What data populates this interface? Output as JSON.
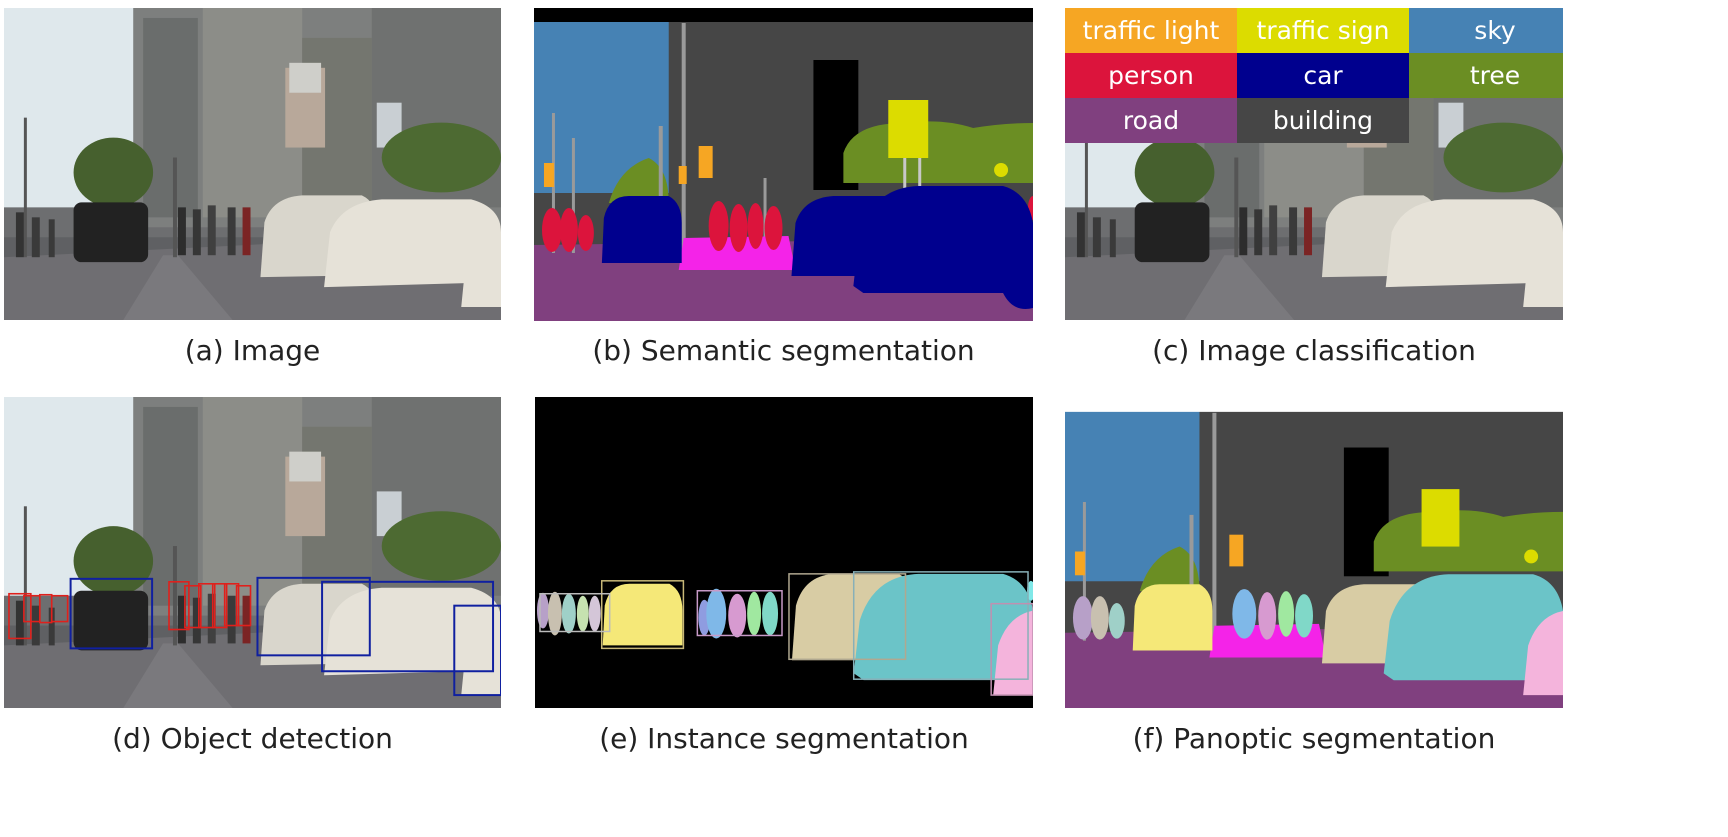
{
  "captions": {
    "a": "(a) Image",
    "b": "(b) Semantic segmentation",
    "c": "(c) Image classification",
    "d": "(d) Object detection",
    "e": "(e) Instance segmentation",
    "f": "(f) Panoptic segmentation"
  },
  "legend": [
    {
      "label": "traffic light",
      "color": "#F6A623"
    },
    {
      "label": "traffic sign",
      "color": "#DCDC00"
    },
    {
      "label": "sky",
      "color": "#4682B4"
    },
    {
      "label": "person",
      "color": "#DC143C"
    },
    {
      "label": "car",
      "color": "#00008E"
    },
    {
      "label": "tree",
      "color": "#6B8E23"
    },
    {
      "label": "road",
      "color": "#80407F"
    },
    {
      "label": "building",
      "color": "#464646"
    }
  ],
  "colors": {
    "sky": "#4682B4",
    "building": "#464646",
    "road": "#80407F",
    "sidewalk": "#F423E8",
    "car": "#00008E",
    "person": "#DC143C",
    "tree": "#6B8E23",
    "traffic_sign": "#DCDC00",
    "traffic_light": "#F6A623",
    "pole": "#999999",
    "detection_person_box": "#E0201C",
    "detection_car_box": "#1020A0"
  },
  "scene": {
    "photo_sky": "#dfe8ec",
    "photo_building": "#8e8e8a",
    "photo_road": "#6f6f70"
  }
}
